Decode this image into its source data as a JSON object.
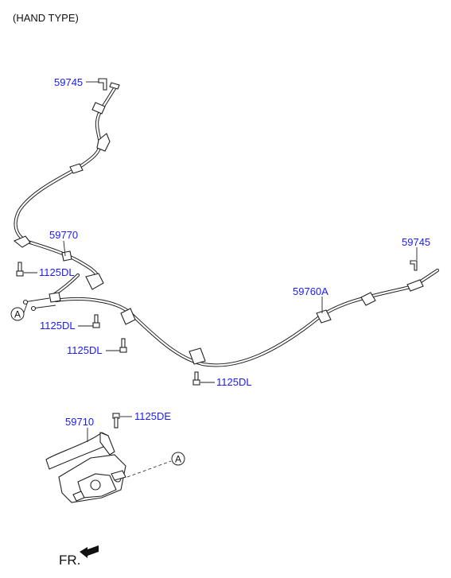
{
  "header": {
    "title": "(HAND TYPE)"
  },
  "labels": {
    "p59745_upper": "59745",
    "p59770": "59770",
    "p1125dl_a": "1125DL",
    "p1125dl_b": "1125DL",
    "p1125dl_c": "1125DL",
    "p1125dl_d": "1125DL",
    "p59745_right": "59745",
    "p59760a": "59760A",
    "p59710": "59710",
    "p1125de": "1125DE"
  },
  "refs": {
    "a_top": "A",
    "a_bottom": "A"
  },
  "direction": {
    "label": "FR."
  },
  "colors": {
    "label_blue": "#1a1aff",
    "line": "#222222"
  }
}
